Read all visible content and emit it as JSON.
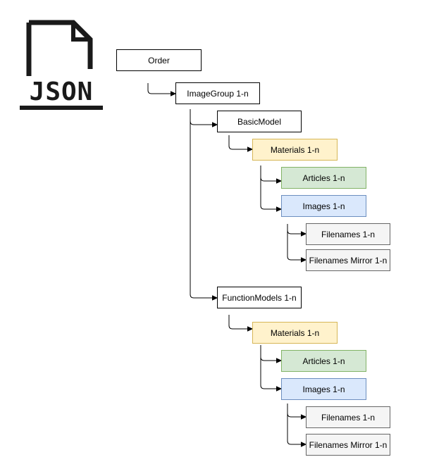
{
  "logo": {
    "icon": "json-file-icon",
    "text": "JSON"
  },
  "colors": {
    "plain_fill": "#ffffff",
    "materials_fill": "#fff2cc",
    "articles_fill": "#d5e8d4",
    "images_fill": "#dae8fc",
    "filenames_fill": "#f5f5f5"
  },
  "tree": {
    "order": "Order",
    "image_group": "ImageGroup 1-n",
    "basic_model": {
      "label": "BasicModel",
      "materials": "Materials 1-n",
      "articles": "Articles 1-n",
      "images": "Images 1-n",
      "filenames": "Filenames 1-n",
      "filenames_mirror": "Filenames Mirror 1-n"
    },
    "function_models": {
      "label": "FunctionModels 1-n",
      "materials": "Materials 1-n",
      "articles": "Articles 1-n",
      "images": "Images 1-n",
      "filenames": "Filenames 1-n",
      "filenames_mirror": "Filenames Mirror 1-n"
    }
  }
}
